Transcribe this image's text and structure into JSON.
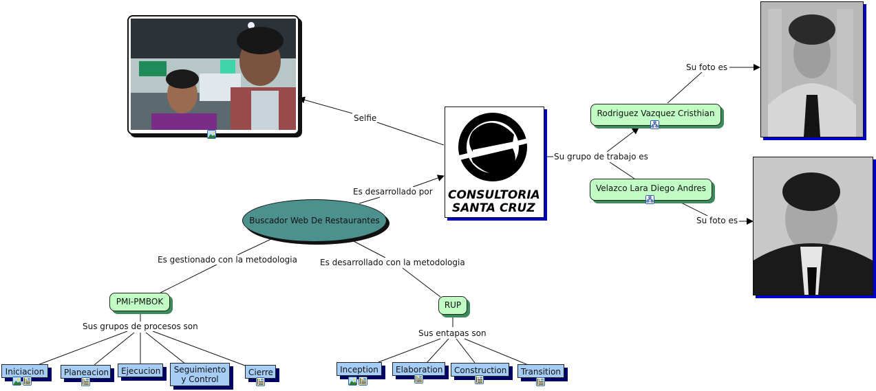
{
  "map": {
    "central": "Buscador Web De Restaurantes",
    "company_logo": {
      "line1": "CONSULTORIA",
      "line2": "SANTA CRUZ"
    },
    "links": {
      "selfie": "Selfie",
      "desarrollado_por": "Es desarrollado por",
      "grupo_trabajo": "Su grupo de trabajo es",
      "foto1": "Su foto es",
      "foto2": "Su foto es",
      "gestionado": "Es gestionado con la metodologia",
      "desarrollado_con": "Es desarrollado con la metodologia",
      "grupos_procesos": "Sus grupos de procesos son",
      "entapas": "Sus entapas son"
    },
    "members": [
      {
        "name": "Rodriguez Vazquez Cristhian",
        "icon": "submap-icon"
      },
      {
        "name": "Velazco Lara Diego Andres",
        "icon": "submap-icon"
      }
    ],
    "methodologies": {
      "pmi": "PMI-PMBOK",
      "rup": "RUP"
    },
    "pmi_processes": [
      {
        "label": "Iniciacion",
        "icons": [
          "image-icon",
          "document-icon"
        ]
      },
      {
        "label": "Planeacion",
        "icons": [
          "document-icon"
        ]
      },
      {
        "label": "Ejecucion",
        "icons": []
      },
      {
        "label": "Seguimiento",
        "label2": "y Control",
        "icons": []
      },
      {
        "label": "Cierre",
        "icons": [
          "document-icon"
        ]
      }
    ],
    "rup_phases": [
      {
        "label": "Inception",
        "icons": [
          "image-icon",
          "document-icon"
        ]
      },
      {
        "label": "Elaboration",
        "icons": [
          "document-icon"
        ]
      },
      {
        "label": "Construction",
        "icons": [
          "document-icon"
        ]
      },
      {
        "label": "Transition",
        "icons": [
          "document-icon"
        ]
      }
    ],
    "resources": {
      "selfie_icon": "image-icon"
    }
  }
}
